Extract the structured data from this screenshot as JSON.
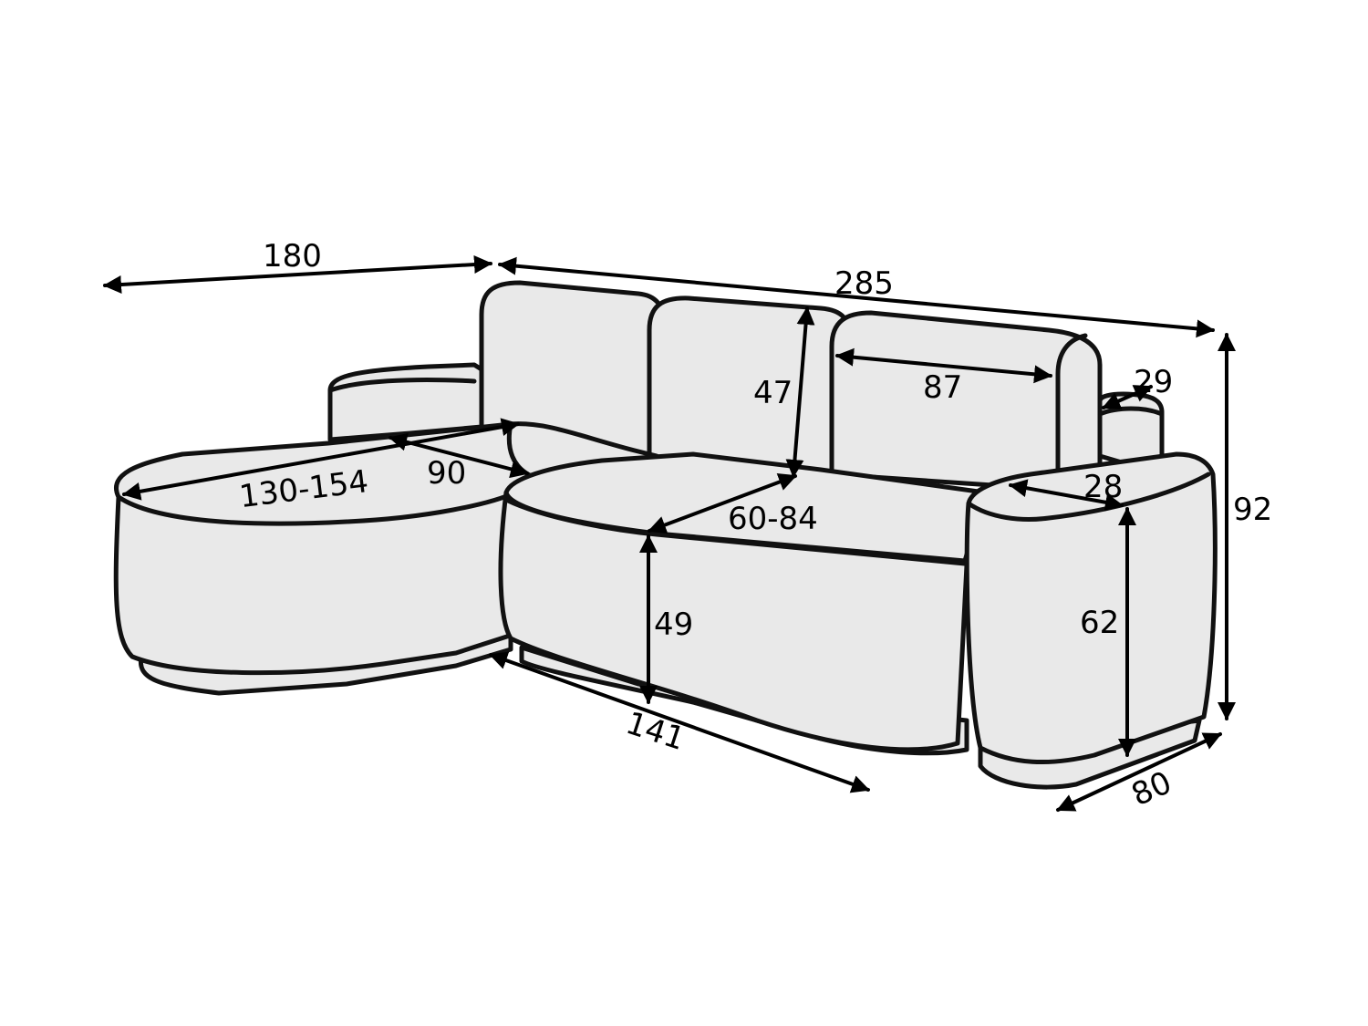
{
  "colors": {
    "upholstery": "#e9e9e9",
    "outline": "#111111",
    "background": "#ffffff"
  },
  "dimensions": {
    "chaise_depth": "180",
    "total_width": "285",
    "total_height": "92",
    "total_depth": "80",
    "backrest_height": "47",
    "cushion_width": "87",
    "back_armrest_width": "29",
    "armrest_width": "28",
    "seat_depth": "60-84",
    "seat_height": "49",
    "armrest_height": "62",
    "seat_width": "141",
    "sleeping_length": "130-154",
    "sleeping_width": "90"
  }
}
